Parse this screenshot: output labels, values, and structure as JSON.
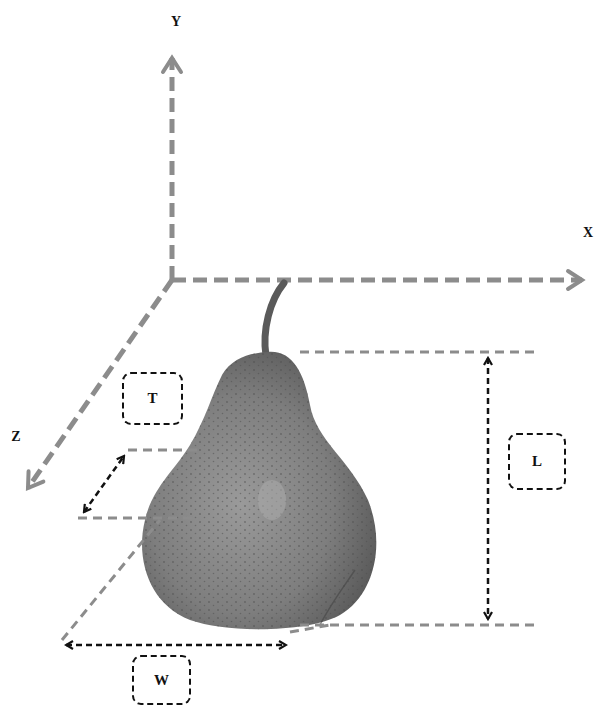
{
  "diagram": {
    "nodes": [
      {
        "text": [
          "T"
        ]
      },
      {
        "text": [
          "L"
        ]
      },
      {
        "text": [
          "W"
        ]
      }
    ],
    "labels": [
      "Y",
      "X",
      "Z"
    ]
  }
}
